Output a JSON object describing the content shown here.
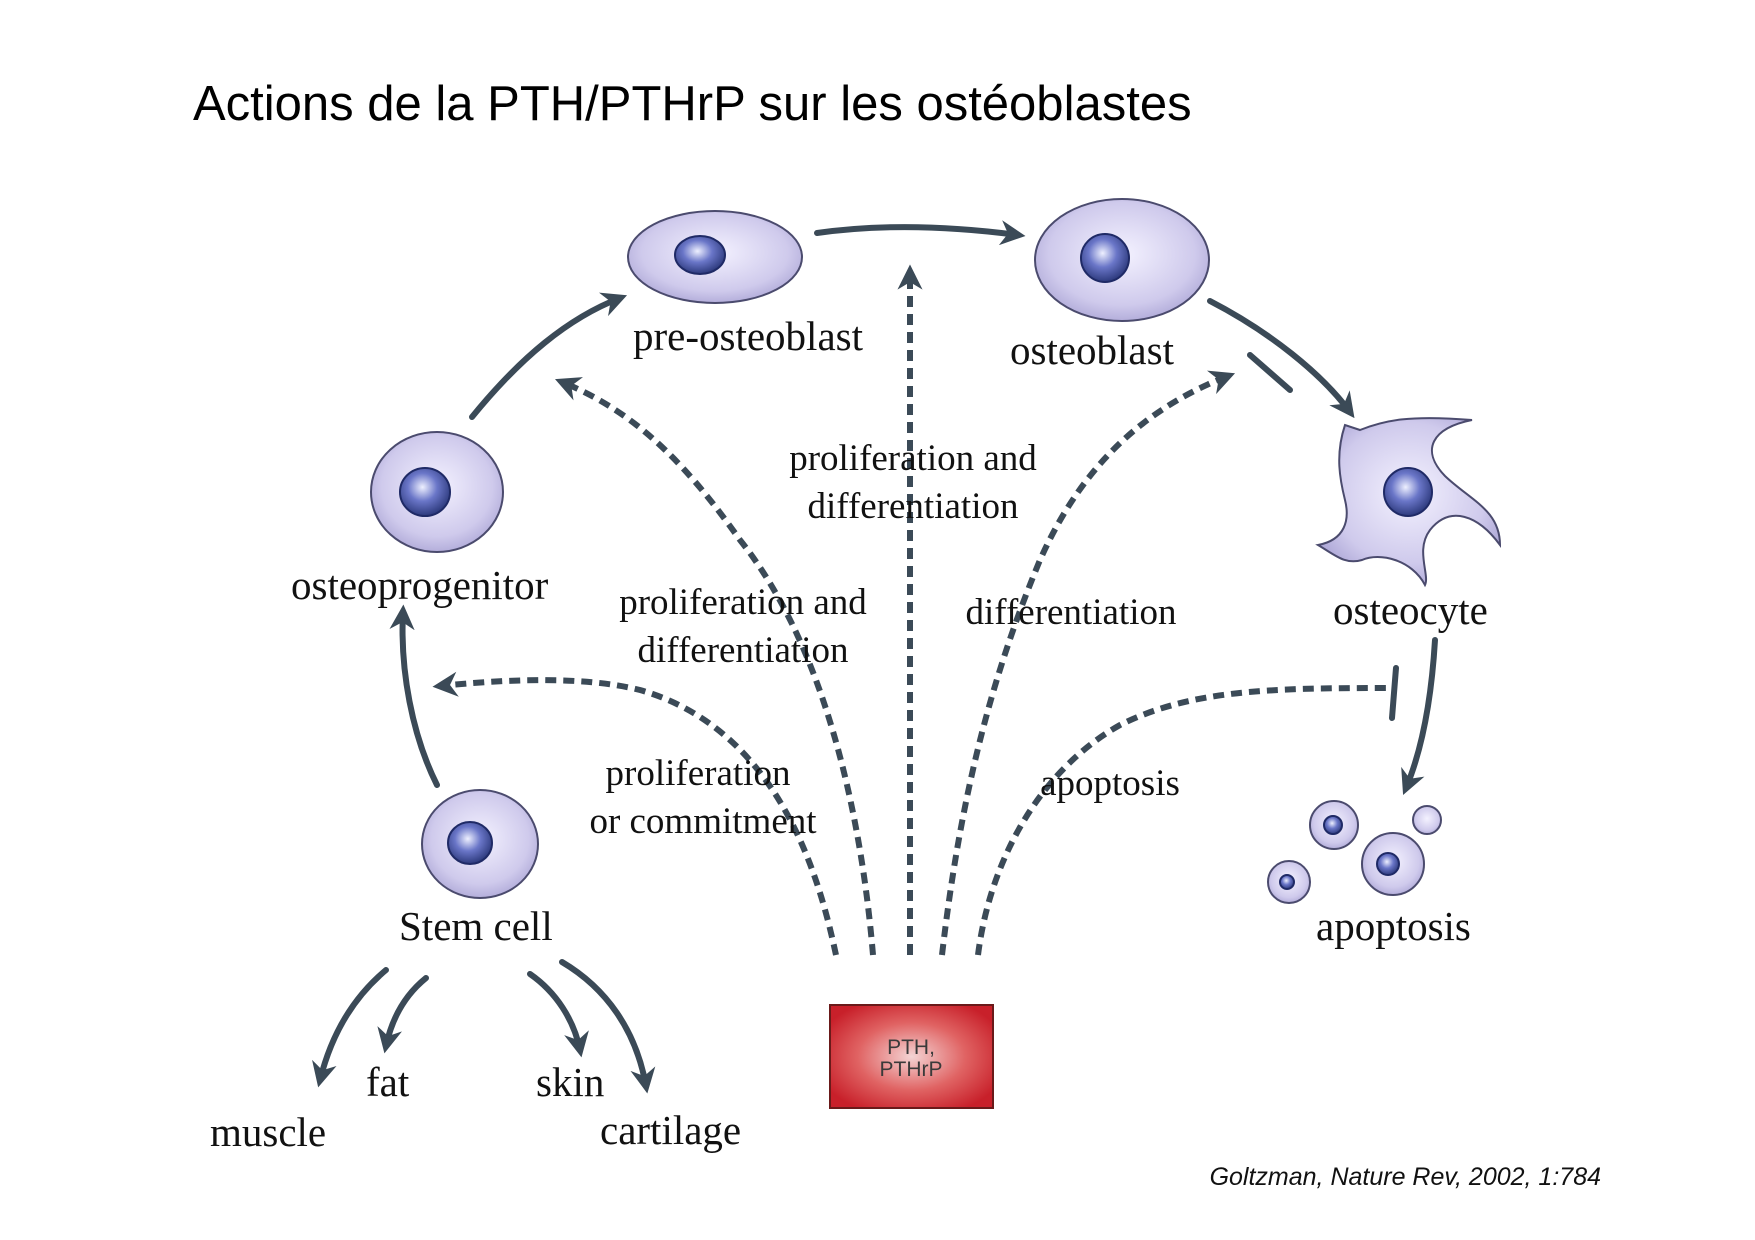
{
  "title": "Actions de la PTH/PTHrP sur les ostéoblastes",
  "citation": "Goltzman, Nature Rev, 2002, 1:784",
  "cells": {
    "pre_osteoblast": "pre-osteoblast",
    "osteoblast": "osteoblast",
    "osteoprogenitor": "osteoprogenitor",
    "osteocyte": "osteocyte",
    "stem_cell": "Stem cell",
    "apoptosis": "apoptosis"
  },
  "lineages": {
    "muscle": "muscle",
    "fat": "fat",
    "skin": "skin",
    "cartilage": "cartilage"
  },
  "actions": {
    "top": [
      "proliferation and",
      "differentiation"
    ],
    "left": [
      "proliferation and",
      "differentiation"
    ],
    "right": "differentiation",
    "commitment": [
      "proliferation",
      "or commitment"
    ],
    "apoptosis": "apoptosis"
  },
  "source_box": [
    "PTH,",
    "PTHrP"
  ],
  "colors": {
    "arrow": "#3b4a57",
    "cell_fill": "#c8c5e6",
    "nucleus": "#4a55a8",
    "box": "#d42a2a"
  }
}
